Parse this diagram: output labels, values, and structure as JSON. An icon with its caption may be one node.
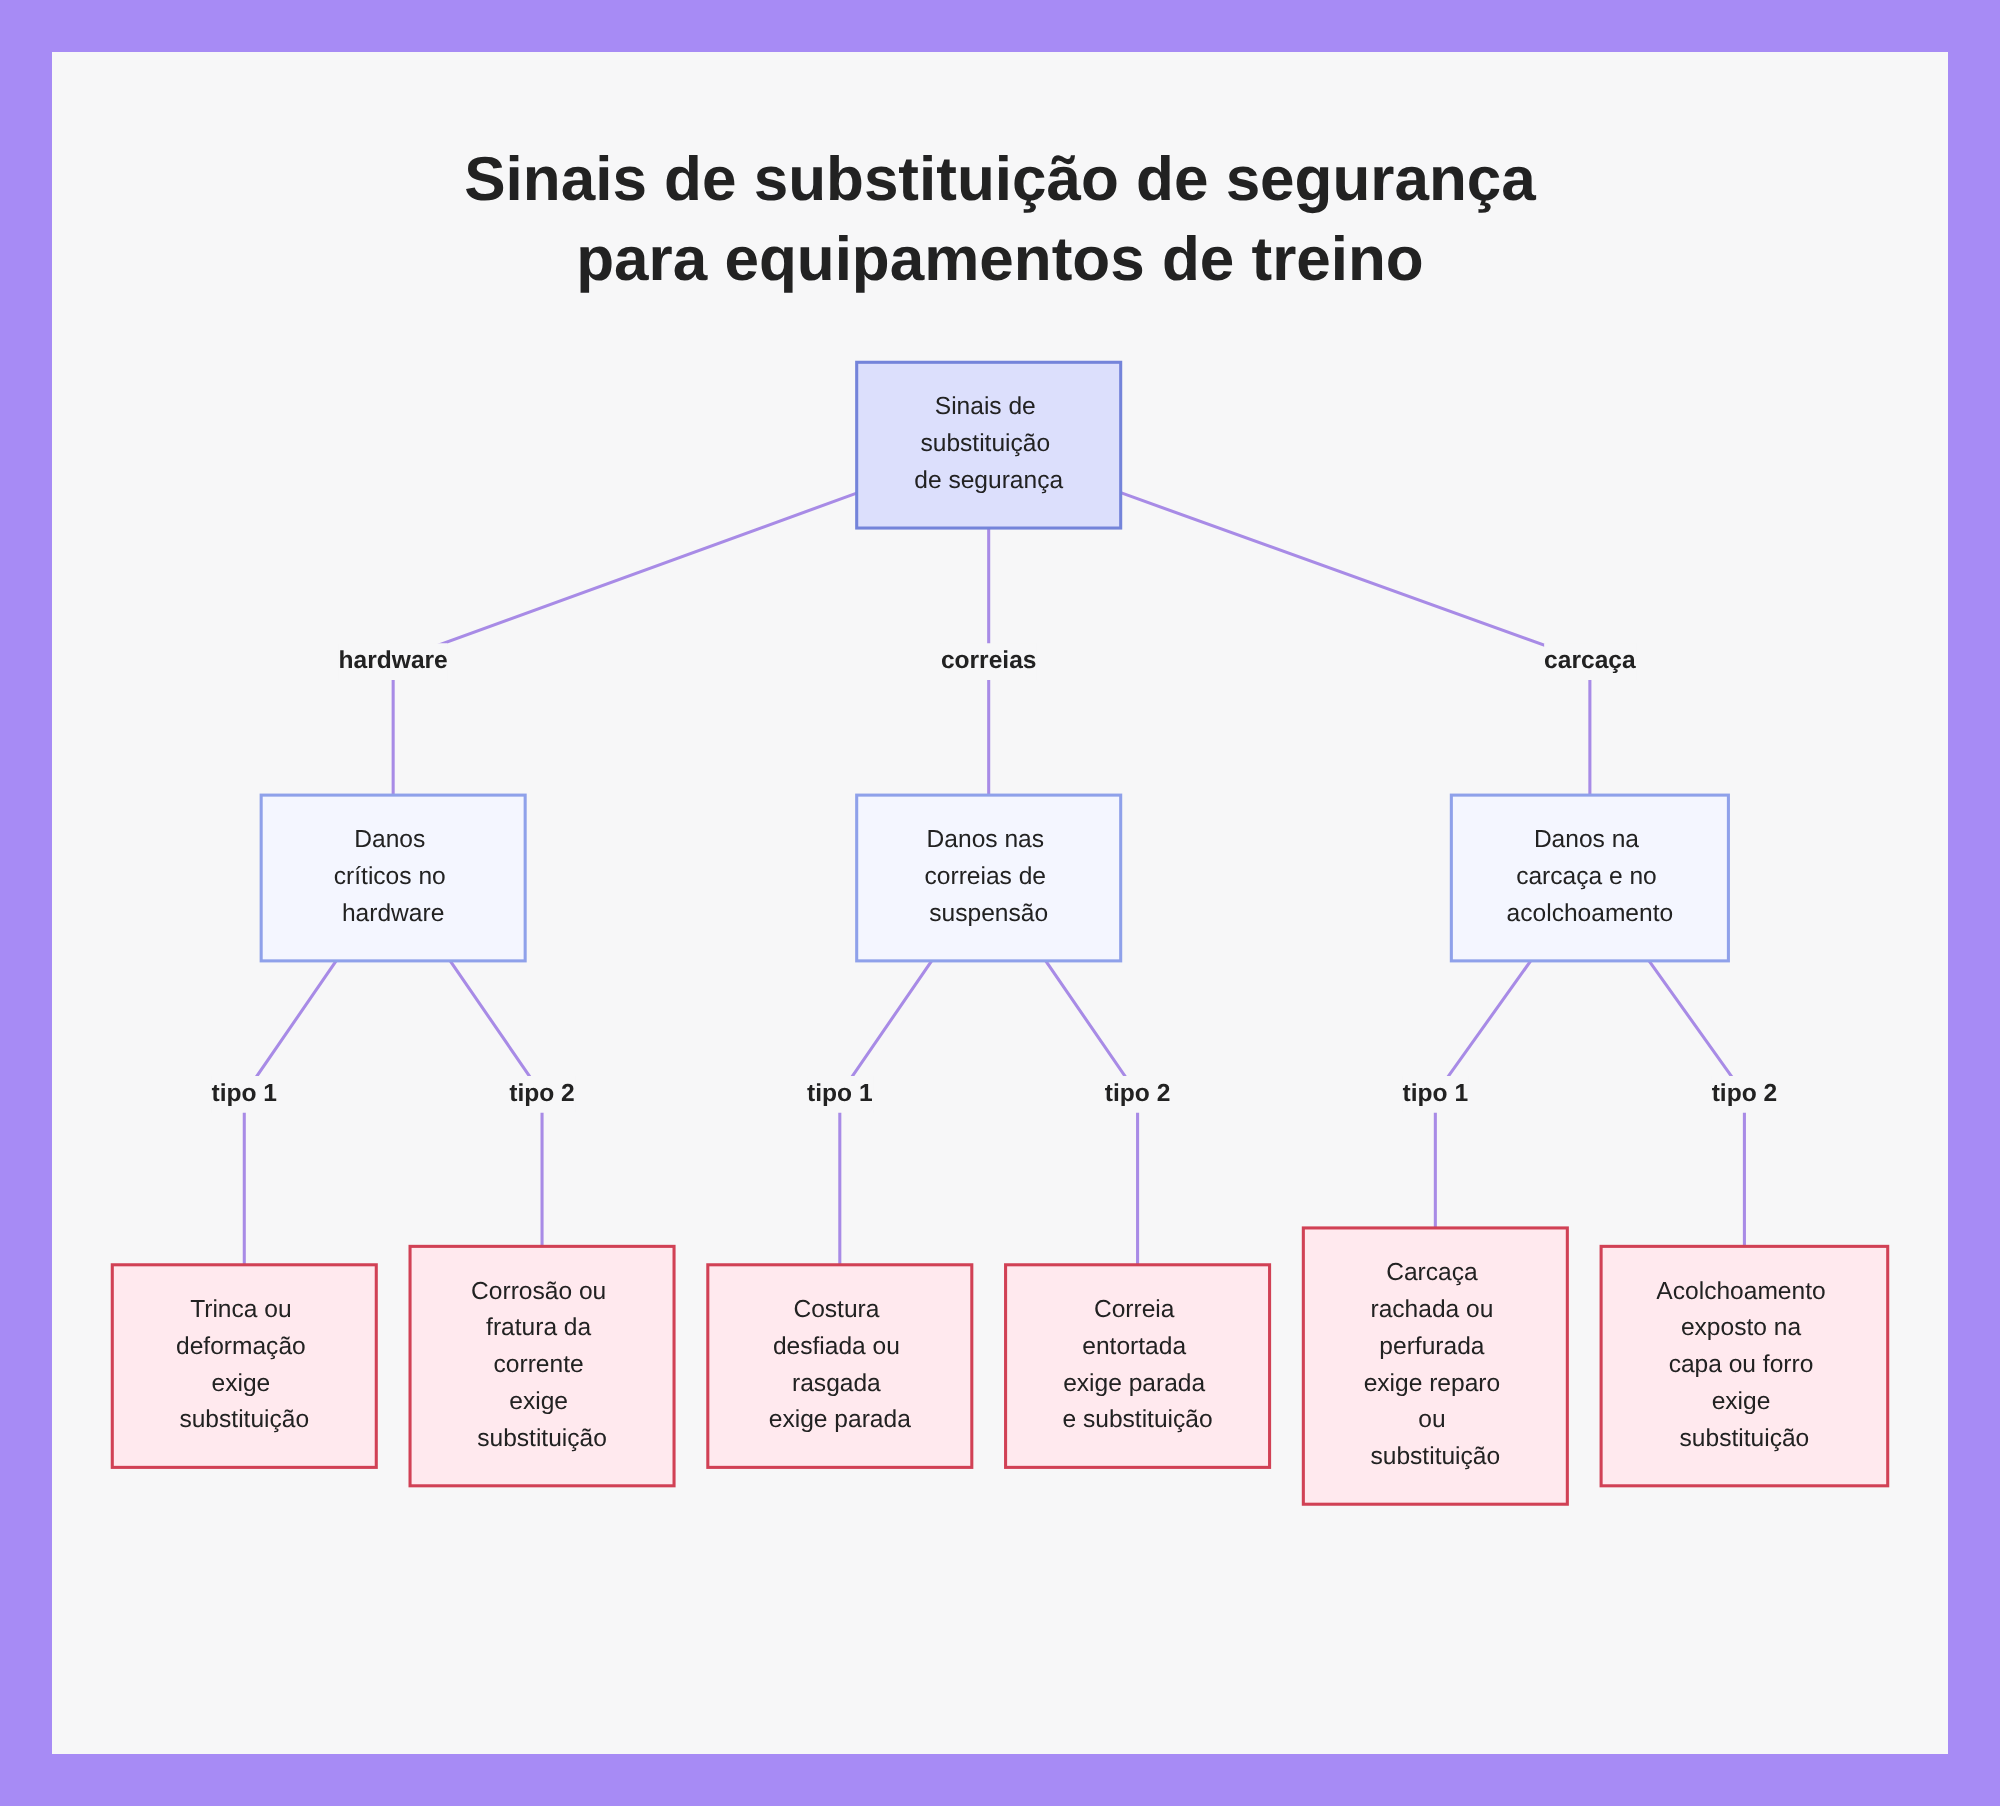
{
  "diagram": {
    "title": "Sinais de substituição de segurança para equipamentos de treino",
    "nodes": [
      {
        "text": [
          "Sinais de substituição de segurança"
        ]
      },
      {
        "text": [
          "Danos críticos no hardware"
        ]
      },
      {
        "text": [
          "Danos nas correias de suspensão"
        ]
      },
      {
        "text": [
          "Danos na carcaça e no acolchoamento"
        ]
      },
      {
        "text": [
          "Trinca ou deformação exige substituição"
        ]
      },
      {
        "text": [
          "Corrosão ou fratura da corrente exige substituição"
        ]
      },
      {
        "text": [
          "Costura desfiada ou rasgada exige parada"
        ]
      },
      {
        "text": [
          "Correia entortada exige parada e substituição"
        ]
      },
      {
        "text": [
          "Carcaça rachada ou perfurada exige reparo ou substituição"
        ]
      },
      {
        "text": [
          "Acolchoamento exposto na capa ou forro exige substituição"
        ]
      }
    ],
    "edges": [
      {
        "from": 0,
        "to": 1,
        "arrow": "none",
        "label": "hardware"
      },
      {
        "from": 0,
        "to": 2,
        "arrow": "none",
        "label": "correias"
      },
      {
        "from": 0,
        "to": 3,
        "arrow": "none",
        "label": "carcaça"
      },
      {
        "from": 1,
        "to": 4,
        "arrow": "none",
        "label": "tipo 1"
      },
      {
        "from": 1,
        "to": 5,
        "arrow": "none",
        "label": "tipo 2"
      },
      {
        "from": 2,
        "to": 6,
        "arrow": "none",
        "label": "tipo 1"
      },
      {
        "from": 2,
        "to": 7,
        "arrow": "none",
        "label": "tipo 2"
      },
      {
        "from": 3,
        "to": 8,
        "arrow": "none",
        "label": "tipo 1"
      },
      {
        "from": 3,
        "to": 9,
        "arrow": "none",
        "label": "tipo 2"
      }
    ]
  }
}
